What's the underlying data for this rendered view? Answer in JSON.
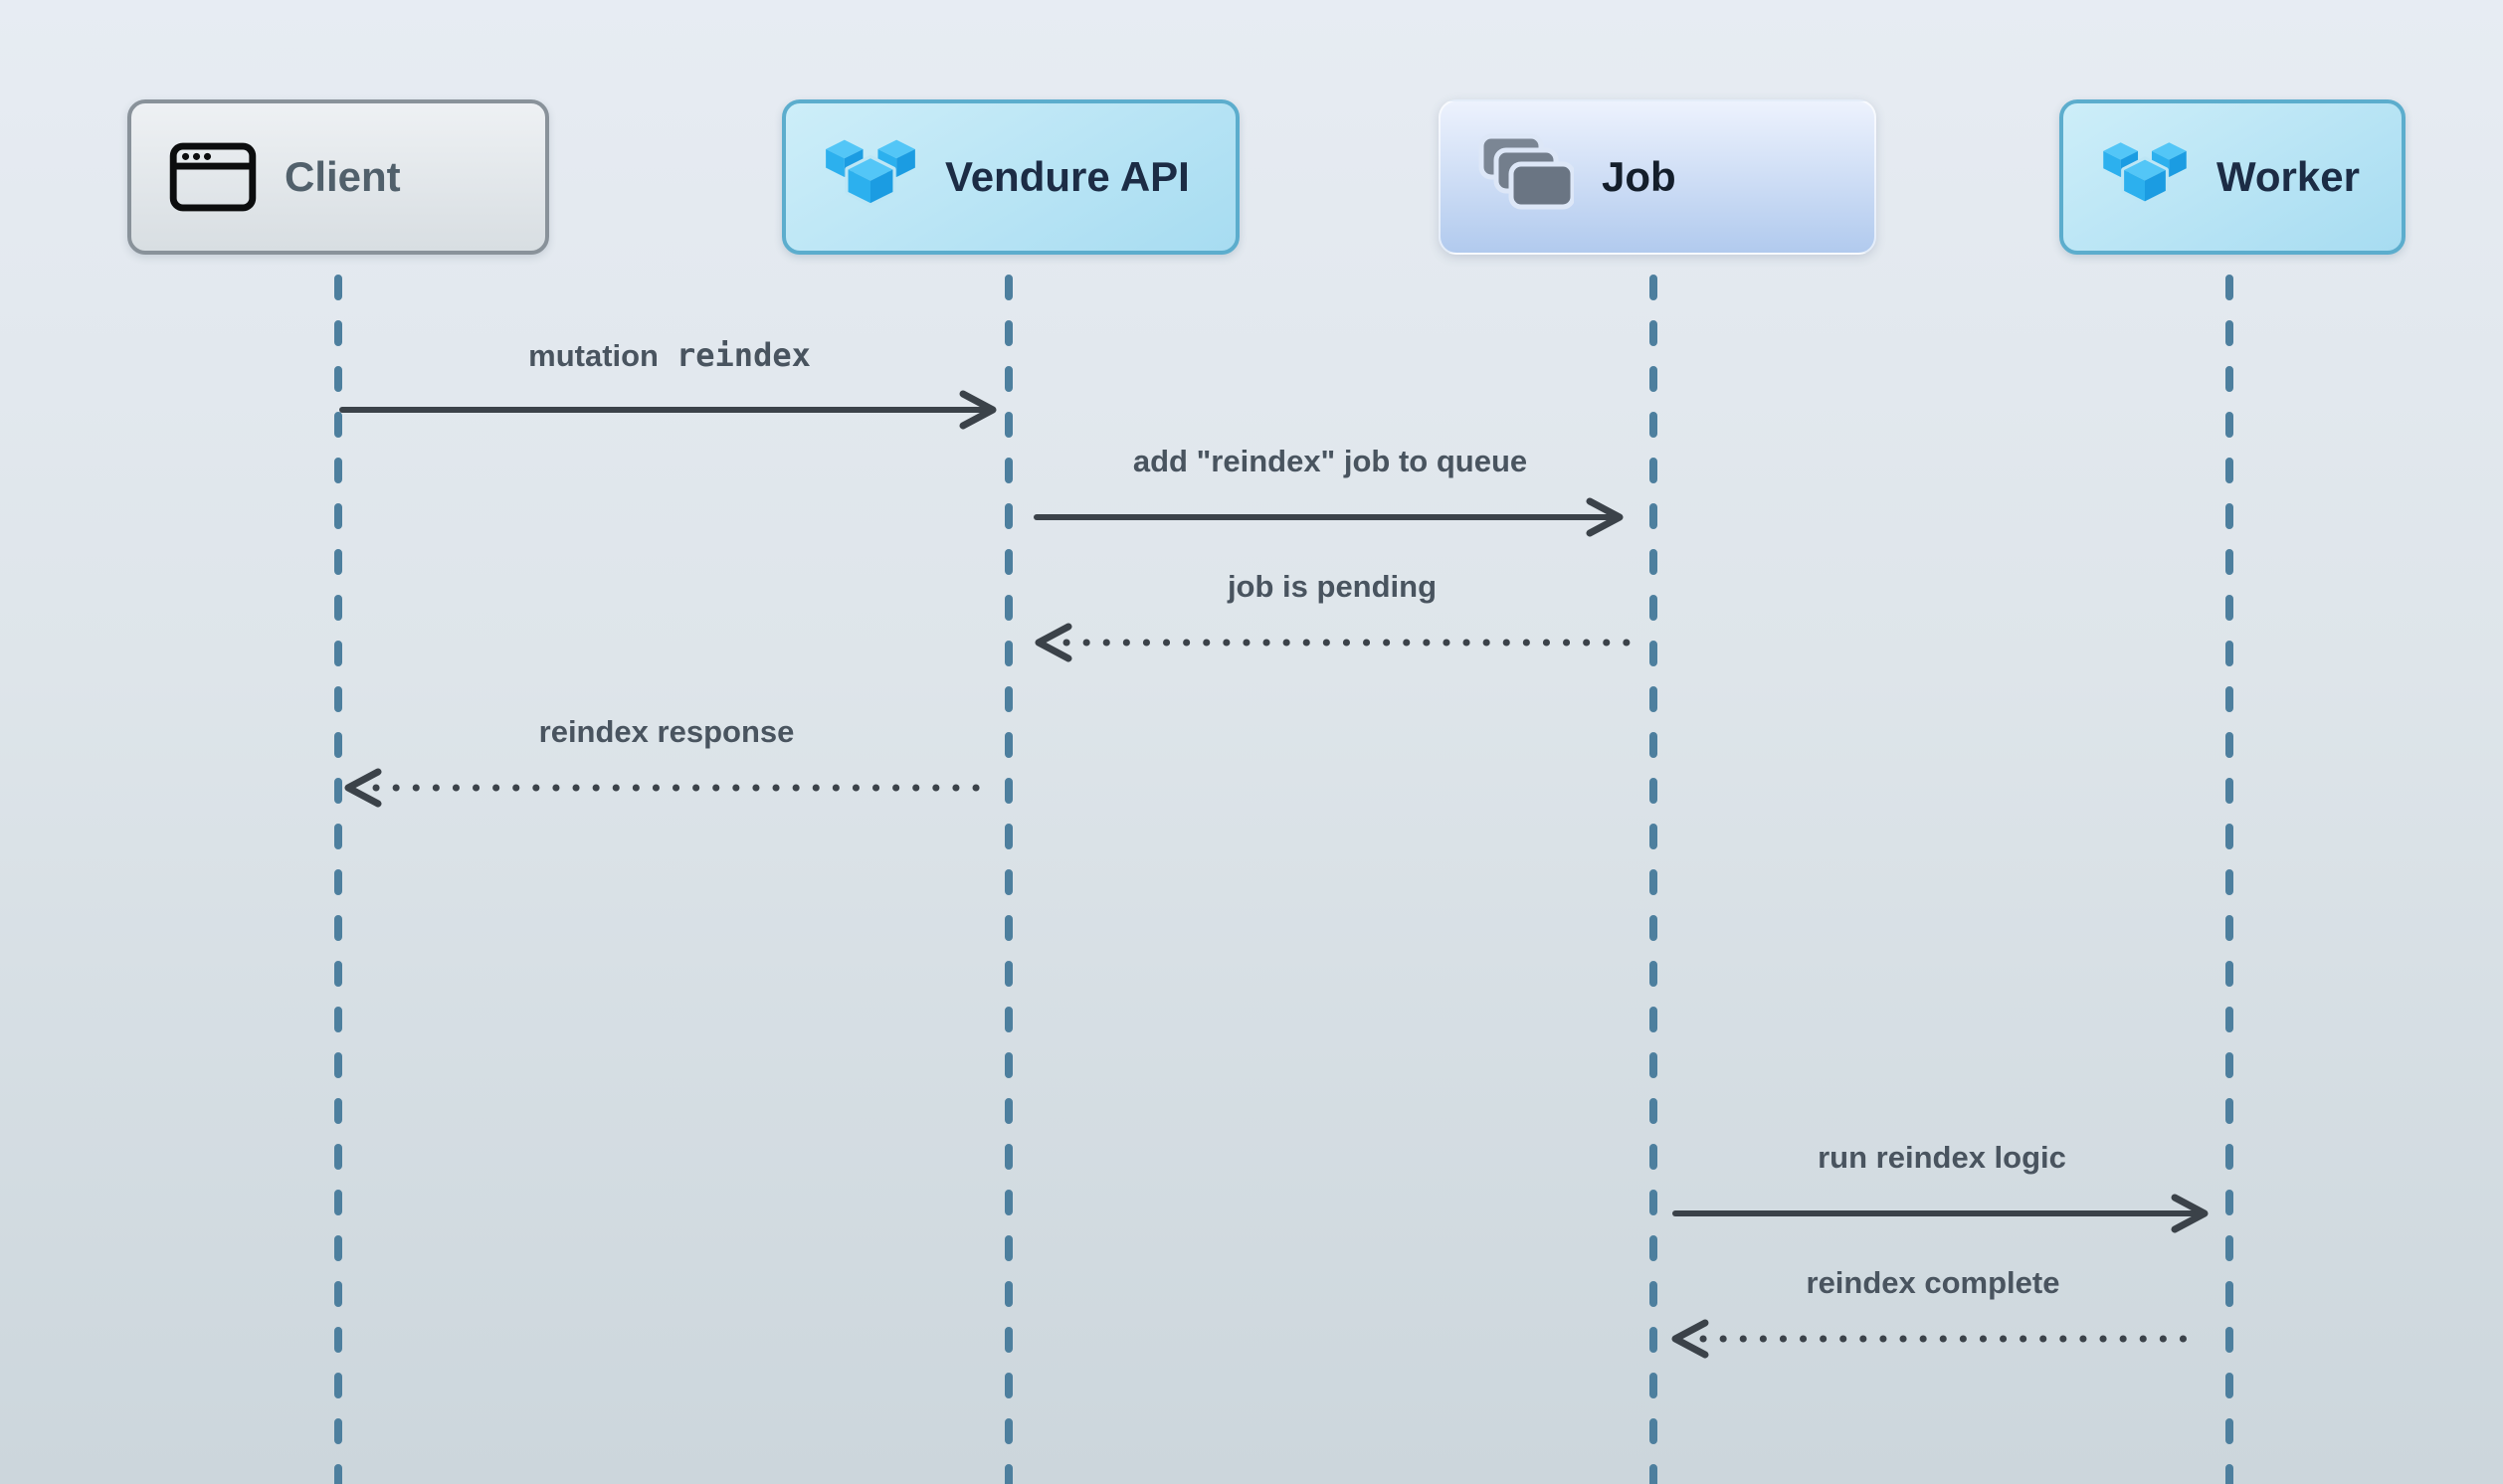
{
  "diagram": {
    "type": "sequence-diagram",
    "actors": [
      {
        "id": "client",
        "label": "Client",
        "icon": "browser-window-icon"
      },
      {
        "id": "vendure-api",
        "label": "Vendure API",
        "icon": "vendure-logo-icon"
      },
      {
        "id": "job",
        "label": "Job",
        "icon": "stacked-cards-icon"
      },
      {
        "id": "worker",
        "label": "Worker",
        "icon": "vendure-logo-icon"
      }
    ],
    "messages": [
      {
        "from": "client",
        "to": "vendure-api",
        "label": "mutation",
        "code": "reindex",
        "line": "solid",
        "direction": "right"
      },
      {
        "from": "vendure-api",
        "to": "job",
        "label": "add \"reindex\" job to queue",
        "line": "solid",
        "direction": "right"
      },
      {
        "from": "job",
        "to": "vendure-api",
        "label": "job is pending",
        "line": "dotted",
        "direction": "left"
      },
      {
        "from": "vendure-api",
        "to": "client",
        "label": "reindex response",
        "line": "dotted",
        "direction": "left"
      },
      {
        "from": "job",
        "to": "worker",
        "label": "run reindex logic",
        "line": "solid",
        "direction": "right"
      },
      {
        "from": "worker",
        "to": "job",
        "label": "reindex complete",
        "line": "dotted",
        "direction": "left"
      }
    ],
    "colors": {
      "background_top": "#e7ecf3",
      "background_bottom": "#ccd6dc",
      "lifeline": "#4d7f9e",
      "arrow": "#3b4249",
      "message_label": "#49545f",
      "client_border": "#89929a",
      "client_text": "#51606b",
      "vendure_border": "#5cadcd",
      "vendure_text": "#1c2c45",
      "job_text": "#141e2b",
      "logo_blue_top": "#53c6f7",
      "logo_blue_left": "#2cb0ee",
      "logo_blue_right": "#1b9ce2",
      "card_gray": "#717d8a"
    }
  }
}
